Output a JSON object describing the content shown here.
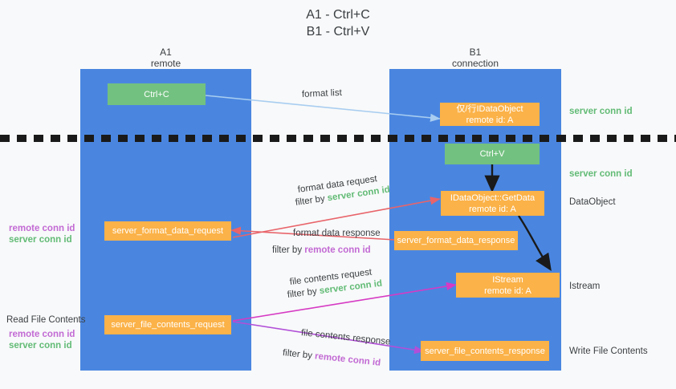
{
  "title": {
    "line1": "A1 - Ctrl+C",
    "line2": "B1 - Ctrl+V"
  },
  "columns": [
    {
      "name": "A1",
      "sub": "remote"
    },
    {
      "name": "B1",
      "sub": "connection"
    }
  ],
  "colors": {
    "lane": "#4a86e0",
    "green_box": "#73c180",
    "orange_box": "#fbb248",
    "server_conn_id": "#62bb76",
    "remote_conn_id": "#c26ad4",
    "arrow_blue": "#a8cdf0",
    "arrow_red": "#e8646a",
    "arrow_magenta": "#d63ac4",
    "arrow_purple": "#b14fd8",
    "arrow_black": "#1a1a1a",
    "background": "#f8f9fa"
  },
  "boxes": {
    "ctrl_c": "Ctrl+C",
    "ctrl_v": "Ctrl+V",
    "idataobject": {
      "line1": "仅/行IDataObject",
      "line2": "remote id: A"
    },
    "getdata": {
      "line1": "IDataObject::GetData",
      "line2": "remote id: A"
    },
    "istream": {
      "line1": "IStream",
      "line2": "remote id: A"
    },
    "server_format_data_request": "server_format_data_request",
    "server_format_data_response": "server_format_data_response",
    "server_file_contents_request": "server_file_contents_request",
    "server_file_contents_response": "server_file_contents_response"
  },
  "right_labels": {
    "server_conn_id_top": "server conn id",
    "server_conn_id_mid": "server conn id",
    "dataobject": "DataObject",
    "istream": "Istream",
    "write_file_contents": "Write File Contents"
  },
  "left_labels": {
    "remote_conn_id_1": "remote conn id",
    "server_conn_id_1": "server conn id",
    "read_file_contents": "Read File Contents",
    "remote_conn_id_2": "remote conn id",
    "server_conn_id_2": "server conn id"
  },
  "arrow_labels": {
    "format_list": "format list",
    "format_data_request": "format data request",
    "format_data_request_filter_prefix": "filter by ",
    "format_data_request_filter_value": "server conn id",
    "format_data_response": "format data response",
    "format_data_response_filter_prefix": "filter by ",
    "format_data_response_filter_value": "remote conn id",
    "file_contents_request": "file contents request",
    "file_contents_request_filter_prefix": "filter by ",
    "file_contents_request_filter_value": "server conn id",
    "file_contents_response": "file contents response",
    "file_contents_response_filter_prefix": "filter by ",
    "file_contents_response_filter_value": "remote conn id"
  }
}
